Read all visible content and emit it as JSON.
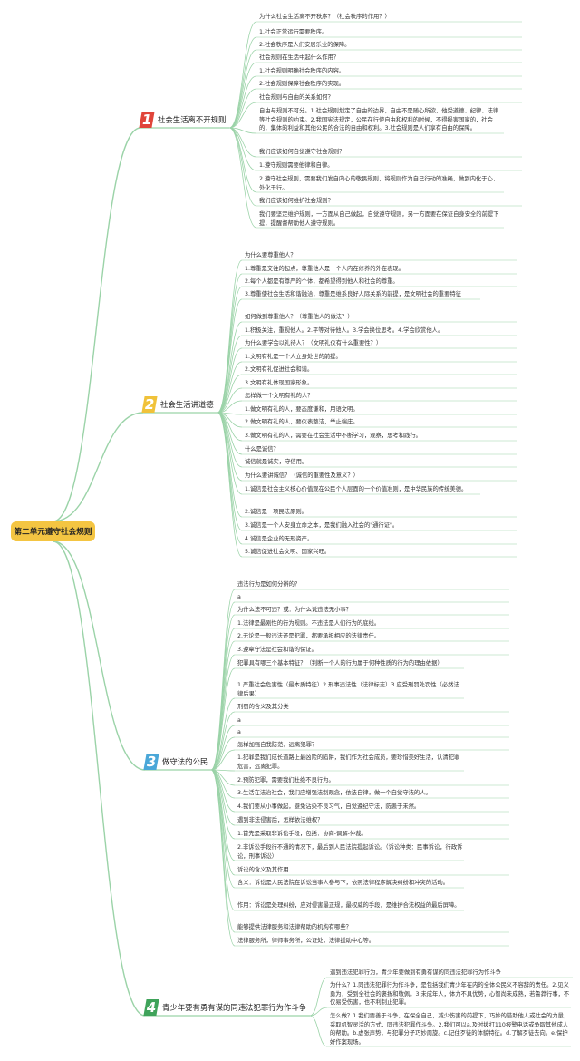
{
  "root": {
    "label": "第二单元遵守社会规则"
  },
  "branches": [
    {
      "number": "1",
      "label": "社会生活离不开规则",
      "items": [
        "为什么社会生活离不开秩序？（社会秩序的作用？）",
        "1.社会正常运行需要秩序。",
        "2.社会秩序是人们安居乐业的保障。",
        "社会规则在生活中起什么作用？",
        "1.社会规则明确社会秩序的内容。",
        "2.社会规则保障社会秩序的实现。",
        "社会规则与自由的关系如何？",
        "自由与规则不可分。1.社会规则划定了自由的边界，自由不是随心所欲，他受道德、纪律、法律等社会规则的约束。2.我国宪法规定，公民在行使自由和权利的时候，不得损害国家的，社会的，集体的利益和其他公民的合法的自由和权利。3.社会规则是人们享有自由的保障。",
        "我们应该如何自觉遵守社会规则？",
        "1.遵守规则需要他律和自律。",
        "2.遵守社会规则，需要我们发自内心的敬畏规则，将规则作为自己行动的准绳，做到内化于心、外化于行。",
        "我们应该如何维护社会规则？",
        "我们要坚定维护规则，一方面从自己做起，自觉遵守规则，另一方面要在保证自身安全的前提下提，提醒督帮助他人遵守规则。"
      ]
    },
    {
      "number": "2",
      "label": "社会生活讲道德",
      "items": [
        "为什么要尊重他人？",
        "1.尊重是交往的起点，尊重他人是一个人内在修养的外在表现。",
        "2.每个人都是有尊严的个体，都希望得到他人和社会的尊重。",
        "3.尊重使社会生活和谐融洽，尊重是维系良好人际关系的前提，是文明社会的重要特征",
        "如何做到尊重他人？（尊重他人的做法？）",
        "1.积极关注，重视他人。2.平等对待他人。3.学会换位思考。4.学会欣赏他人。",
        "为什么要学会以礼待人？（文明礼仪有什么重要性？）",
        "1.文明有礼是一个人立身处世的前提。",
        "2.文明有礼促进社会和谐。",
        "3.文明有礼体现国家形象。",
        "怎样做一个文明有礼的人？",
        "1.做文明有礼的人，要态度谦和，用语文明。",
        "2.做文明有礼的人，要仪表整洁，举止端庄。",
        "3.做文明有礼的人，需要在社会生活中不断学习，观察，思考和践行。",
        "什么是诚信？",
        "诚信就是诚实，守信用。",
        "为什么要讲诚信？（诚信的重要性及意义？）",
        "1.诚信是社会主义核心价值观在公民个人层面的一个价值准则，是中华民族的传统美德。",
        "2.诚信是一项民法原则。",
        "3.诚信是一个人安身立命之本，是我们融入社会的\"通行证\"。",
        "4.诚信是企业的无形资产。",
        "5.诚信促进社会文明、国家兴旺。"
      ]
    },
    {
      "number": "3",
      "label": "做守法的公民",
      "items": [
        "违法行为是如何分辨的？",
        "a",
        "为什么法不可违？或：为什么说违法无小事？",
        "1.法律是最刚性的行为规则。不违法是人们行为的底线。",
        "2.无论是一般违法还是犯罪，都要承担相应的法律责任。",
        "3.遵章守法是社会和谐的保证。",
        "犯罪具有哪三个基本特征？（判断一个人的行为属于何种性质的行为的理由依据）",
        "1.严重社会危害性（最本质特征）2.刑事违法性（法律标志）3.应受刑罚处罚性（必然法律后果）",
        "刑罚的含义及其分类",
        "a",
        "a",
        "怎样加强自我防范，远离犯罪？",
        "1.犯罪是我们成长道路上最凶险的陷阱，我们作为社会成员，要珍惜美好生活，认清犯罪危害，远离犯罪。",
        "2.预防犯罪，需要我们杜绝不良行为。",
        "3.生活在法治社会，我们应增强法制观念，依法自律，做一个自觉守法的人。",
        "4.我们要从小事做起，避免沾染不良习气，自觉遵纪守法，防患于未然。",
        "遇到非法侵害后，怎样依法维权？",
        "1.首先是采取非诉讼手段，包括：协商-调解-仲裁。",
        "2.非诉讼手段行不通的情况下，最后到人民法院提起诉讼。（诉讼种类：民事诉讼，行政诉讼，刑事诉讼）",
        "诉讼的含义及其作用",
        "含义：诉讼是人民法院在诉讼当事人参与下，依照法律程序解决纠纷和冲突的活动。",
        "作用：诉讼是处理纠纷，应对侵害最正规，最权威的手段，是维护合法权益的最后屏障。",
        "能够提供法律服务和法律帮助的机构有哪些？",
        "法律服务所，律师事务所，公证处，法律援助中心等。"
      ]
    },
    {
      "number": "4",
      "label": "青少年要有勇有谋的同违法犯罪行为作斗争",
      "items": [
        "遇到违法犯罪行为，青少年要做到有勇有谋的同违法犯罪行为作斗争",
        "为什么？1.同违法犯罪行为作斗争，是包括我们青少年在内的全体公民义不容辞的责任。2.见义勇为，受到全社会的褒扬和敬佩。3.未成年人，体力不具优势，心智尚未成熟，若鲁莽行事，不仅易受伤害，也不利制止犯罪。",
        "怎么做？1.我们要善于斗争，在保全自己，减少伤害的前提下，巧妙的借助他人或社会的力量，采取机智灵活的方式，同违法犯罪作斗争。2.我们可以a.及时拨打110报警电话或争取其他成人的帮助。b.虚张声势，与犯罪分子巧妙周旋。c.记住歹徒的体貌特征。d.了解歹徒去向。e.保护好作案现场。"
      ]
    }
  ],
  "colors": {
    "root_fill": "#f4c542",
    "link": "#9bd3a8",
    "branch_1": "#e0453a",
    "branch_2": "#f0c23a",
    "branch_3": "#4aa7d8",
    "branch_4": "#3fa35a"
  }
}
